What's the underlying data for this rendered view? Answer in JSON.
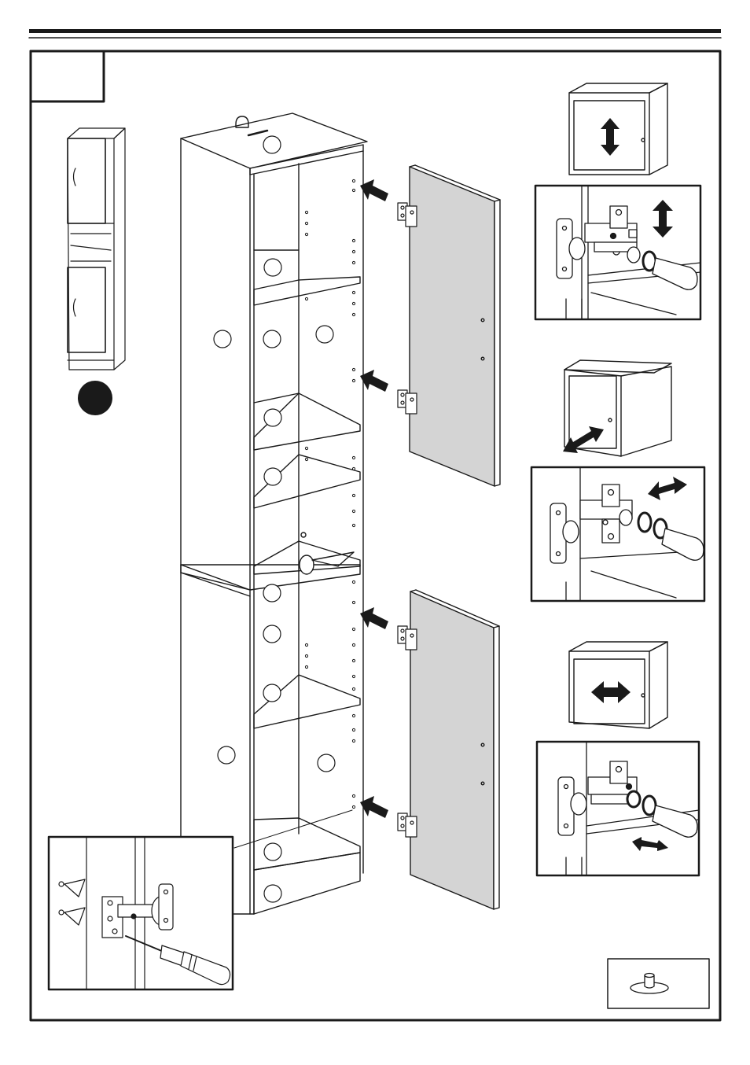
{
  "page": {
    "step_number": "",
    "colors": {
      "ink": "#1a1a1a",
      "panel_gray": "#d4d4d4",
      "paper": "#ffffff"
    }
  },
  "icons": {
    "arrow": "solid-black-arrow-icon",
    "double_arrow": "double-headed-arrow-icon",
    "part_marker": "empty-circle-part-marker",
    "step_marker": "filled-black-circle-marker",
    "screwdriver": "screwdriver-icon",
    "hinge": "cabinet-hinge-icon",
    "support": "shelf-support-peg-icon"
  },
  "adjustments": [
    {
      "name": "height-adjustment",
      "direction": "vertical"
    },
    {
      "name": "depth-adjustment",
      "direction": "diagonal"
    },
    {
      "name": "side-adjustment",
      "direction": "horizontal"
    }
  ]
}
